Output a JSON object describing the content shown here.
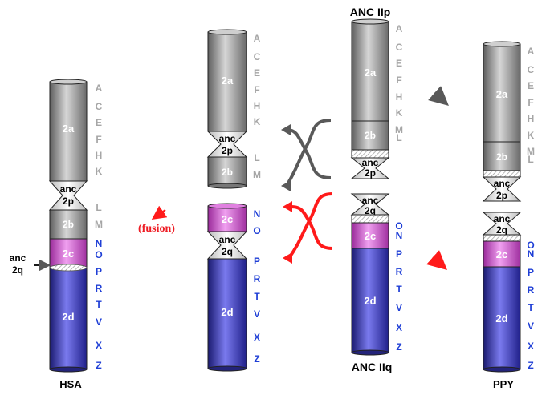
{
  "colors": {
    "gray_letter": "#a6a6a6",
    "blue_letter": "#1f3fd6",
    "red_arrow": "#ff1a1a",
    "dark_arrow": "#595959",
    "fusion_text": "#ee1c24",
    "segment_gray": "#9a9a9a",
    "segment_pink": "#cc44cc",
    "segment_blue": "#3a3ac2"
  },
  "labels": {
    "hsa": "HSA",
    "ppy": "PPY",
    "anc_iip": "ANC IIp",
    "anc_iiq": "ANC IIq",
    "fusion": "(fusion)",
    "anc_2q_pointer": [
      "anc",
      "2q"
    ]
  },
  "segments": {
    "s2a": "2a",
    "s2b": "2b",
    "s2c": "2c",
    "s2d": "2d",
    "anc": "anc",
    "p2": "2p",
    "q2": "2q"
  },
  "marker_letters": {
    "hsa_gray": [
      "A",
      "C",
      "E",
      "F",
      "H",
      "K",
      "L",
      "M"
    ],
    "hsa_blue": [
      "N",
      "O",
      "P",
      "R",
      "T",
      "V",
      "X",
      "Z"
    ],
    "mid_top": [
      "A",
      "C",
      "E",
      "F",
      "H",
      "K",
      "L",
      "M"
    ],
    "mid_bottom_blue": [
      "N",
      "O",
      "P",
      "R",
      "T",
      "V",
      "X",
      "Z"
    ],
    "anc_iip_gray": [
      "A",
      "C",
      "E",
      "F",
      "H",
      "K",
      "M",
      "L"
    ],
    "anc_iiq_blue": [
      "O",
      "N",
      "P",
      "R",
      "T",
      "V",
      "X",
      "Z"
    ],
    "ppy_gray": [
      "A",
      "C",
      "E",
      "F",
      "H",
      "K",
      "M",
      "L"
    ],
    "ppy_blue": [
      "O",
      "N",
      "P",
      "R",
      "T",
      "V",
      "X",
      "Z"
    ]
  }
}
